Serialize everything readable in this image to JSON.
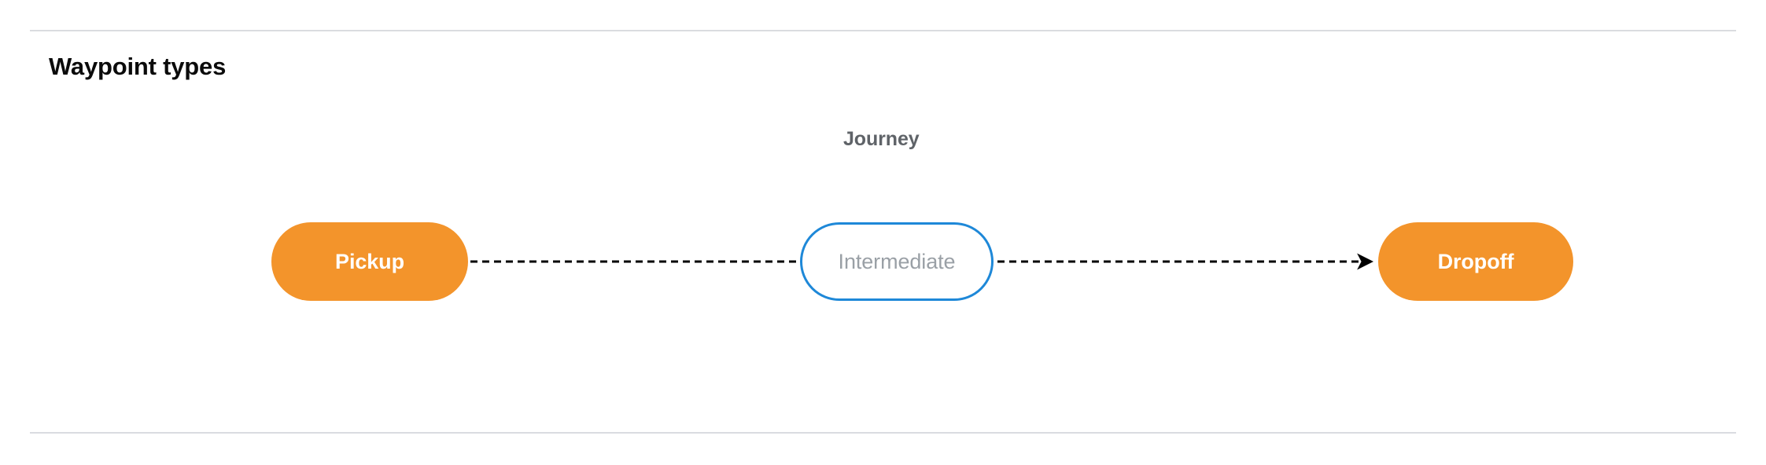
{
  "section": {
    "title": "Waypoint types"
  },
  "diagram": {
    "graph_label": "Journey",
    "nodes": [
      {
        "id": "pickup",
        "label": "Pickup",
        "type": "terminal",
        "fill": "#f3942b",
        "text_color": "#ffffff",
        "border_color": ""
      },
      {
        "id": "intermediate",
        "label": "Intermediate",
        "type": "intermediate",
        "fill": "#ffffff",
        "text_color": "#9aa0a6",
        "border_color": "#1e88d8"
      },
      {
        "id": "dropoff",
        "label": "Dropoff",
        "type": "terminal",
        "fill": "#f3942b",
        "text_color": "#ffffff",
        "border_color": ""
      }
    ],
    "edges": [
      {
        "from": "pickup",
        "to": "intermediate",
        "style": "dashed",
        "color": "#000000",
        "arrowhead": false
      },
      {
        "from": "intermediate",
        "to": "dropoff",
        "style": "dashed",
        "color": "#000000",
        "arrowhead": true
      }
    ]
  },
  "colors": {
    "divider": "#dadce0",
    "title_text": "#0b0b0b",
    "label_text": "#5f6368",
    "accent_orange": "#f3942b",
    "accent_blue": "#1e88d8",
    "muted_text": "#9aa0a6",
    "background": "#ffffff"
  }
}
